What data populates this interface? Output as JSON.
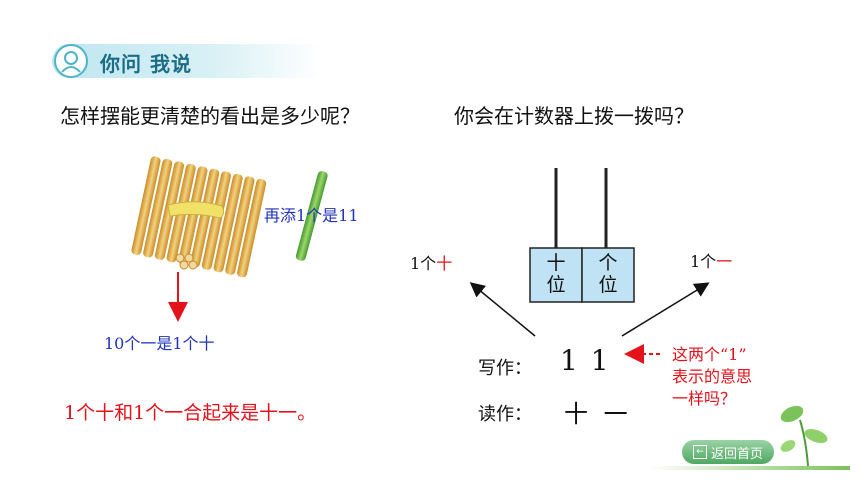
{
  "header": {
    "title": "你问 我说"
  },
  "questions": {
    "left": "怎样摆能更清楚的看出是多少呢？",
    "right": "你会在计数器上拨一拨吗？"
  },
  "sticks": {
    "add_label": "再添1个是11",
    "bundle_label": "10个一是1个十"
  },
  "conclusion": "1个十和1个一合起来是十一。",
  "counter": {
    "tens_col": [
      "十",
      "位"
    ],
    "ones_col": [
      "个",
      "位"
    ],
    "tens_prefix": "1个",
    "tens_word": "十",
    "ones_prefix": "1个",
    "ones_word": "一"
  },
  "writing": {
    "label": "写作：",
    "value": "1 1"
  },
  "reading": {
    "label": "读作：",
    "value": "十 一"
  },
  "question_note": {
    "line1": "这两个“1”",
    "line2": "表示的意思",
    "line3": "一样吗？"
  },
  "nav": {
    "home_label": "返回首页"
  },
  "colors": {
    "red": "#e3121b",
    "blue": "#2233bb",
    "counter_box": "#bfe3f4"
  }
}
